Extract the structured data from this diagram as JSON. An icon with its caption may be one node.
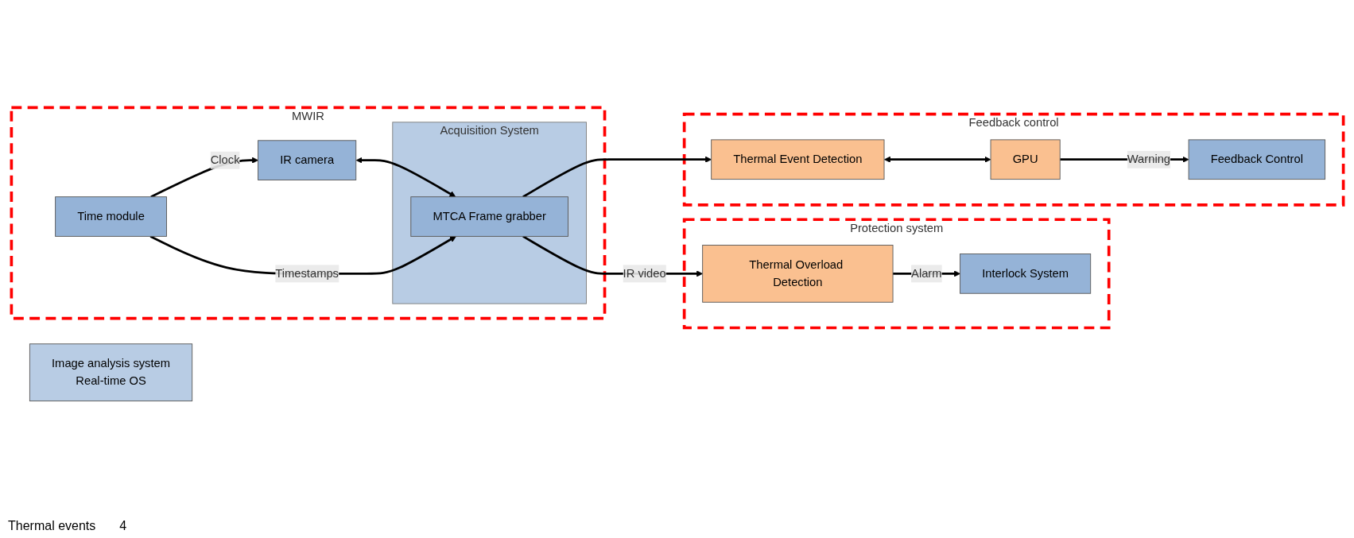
{
  "diagram": {
    "nodes": [
      {
        "text": [
          "MWIR"
        ]
      },
      {
        "text": [
          "IR camera"
        ],
        "in": 0
      },
      {
        "text": [
          "Acquisition System"
        ],
        "in": 0
      },
      {
        "text": [
          "MTCA Frame grabber"
        ],
        "in": 2
      },
      {
        "text": [
          "Time module"
        ],
        "in": 0
      },
      {
        "text": [
          "Image analysis system",
          "Real-time OS"
        ]
      },
      {
        "text": [
          "Protection system"
        ]
      },
      {
        "text": [
          "Thermal Overload Detection"
        ],
        "in": 6
      },
      {
        "text": [
          "Interlock System"
        ],
        "in": 6
      },
      {
        "text": [
          "Feedback control"
        ]
      },
      {
        "text": [
          "Thermal Event Detection"
        ],
        "in": 9
      },
      {
        "text": [
          "GPU"
        ],
        "in": 9
      },
      {
        "text": [
          "Feedback Control"
        ],
        "in": 9
      }
    ],
    "edges": [
      {
        "from": 1,
        "to": 3,
        "arrow": "both"
      },
      {
        "from": 3,
        "to": 7,
        "arrow": "to",
        "label": "IR video"
      },
      {
        "from": 3,
        "to": 10,
        "arrow": "to"
      },
      {
        "from": 4,
        "to": 1,
        "arrow": "to",
        "label": "Clock"
      },
      {
        "from": 4,
        "to": 3,
        "arrow": "to",
        "label": "Timestamps"
      },
      {
        "from": 7,
        "to": 8,
        "arrow": "to",
        "label": "Alarm"
      },
      {
        "from": 10,
        "to": 11,
        "arrow": "both"
      },
      {
        "from": 11,
        "to": 12,
        "arrow": "to",
        "label": "Warning"
      }
    ],
    "labels": [
      "Thermal events",
      "4"
    ]
  }
}
